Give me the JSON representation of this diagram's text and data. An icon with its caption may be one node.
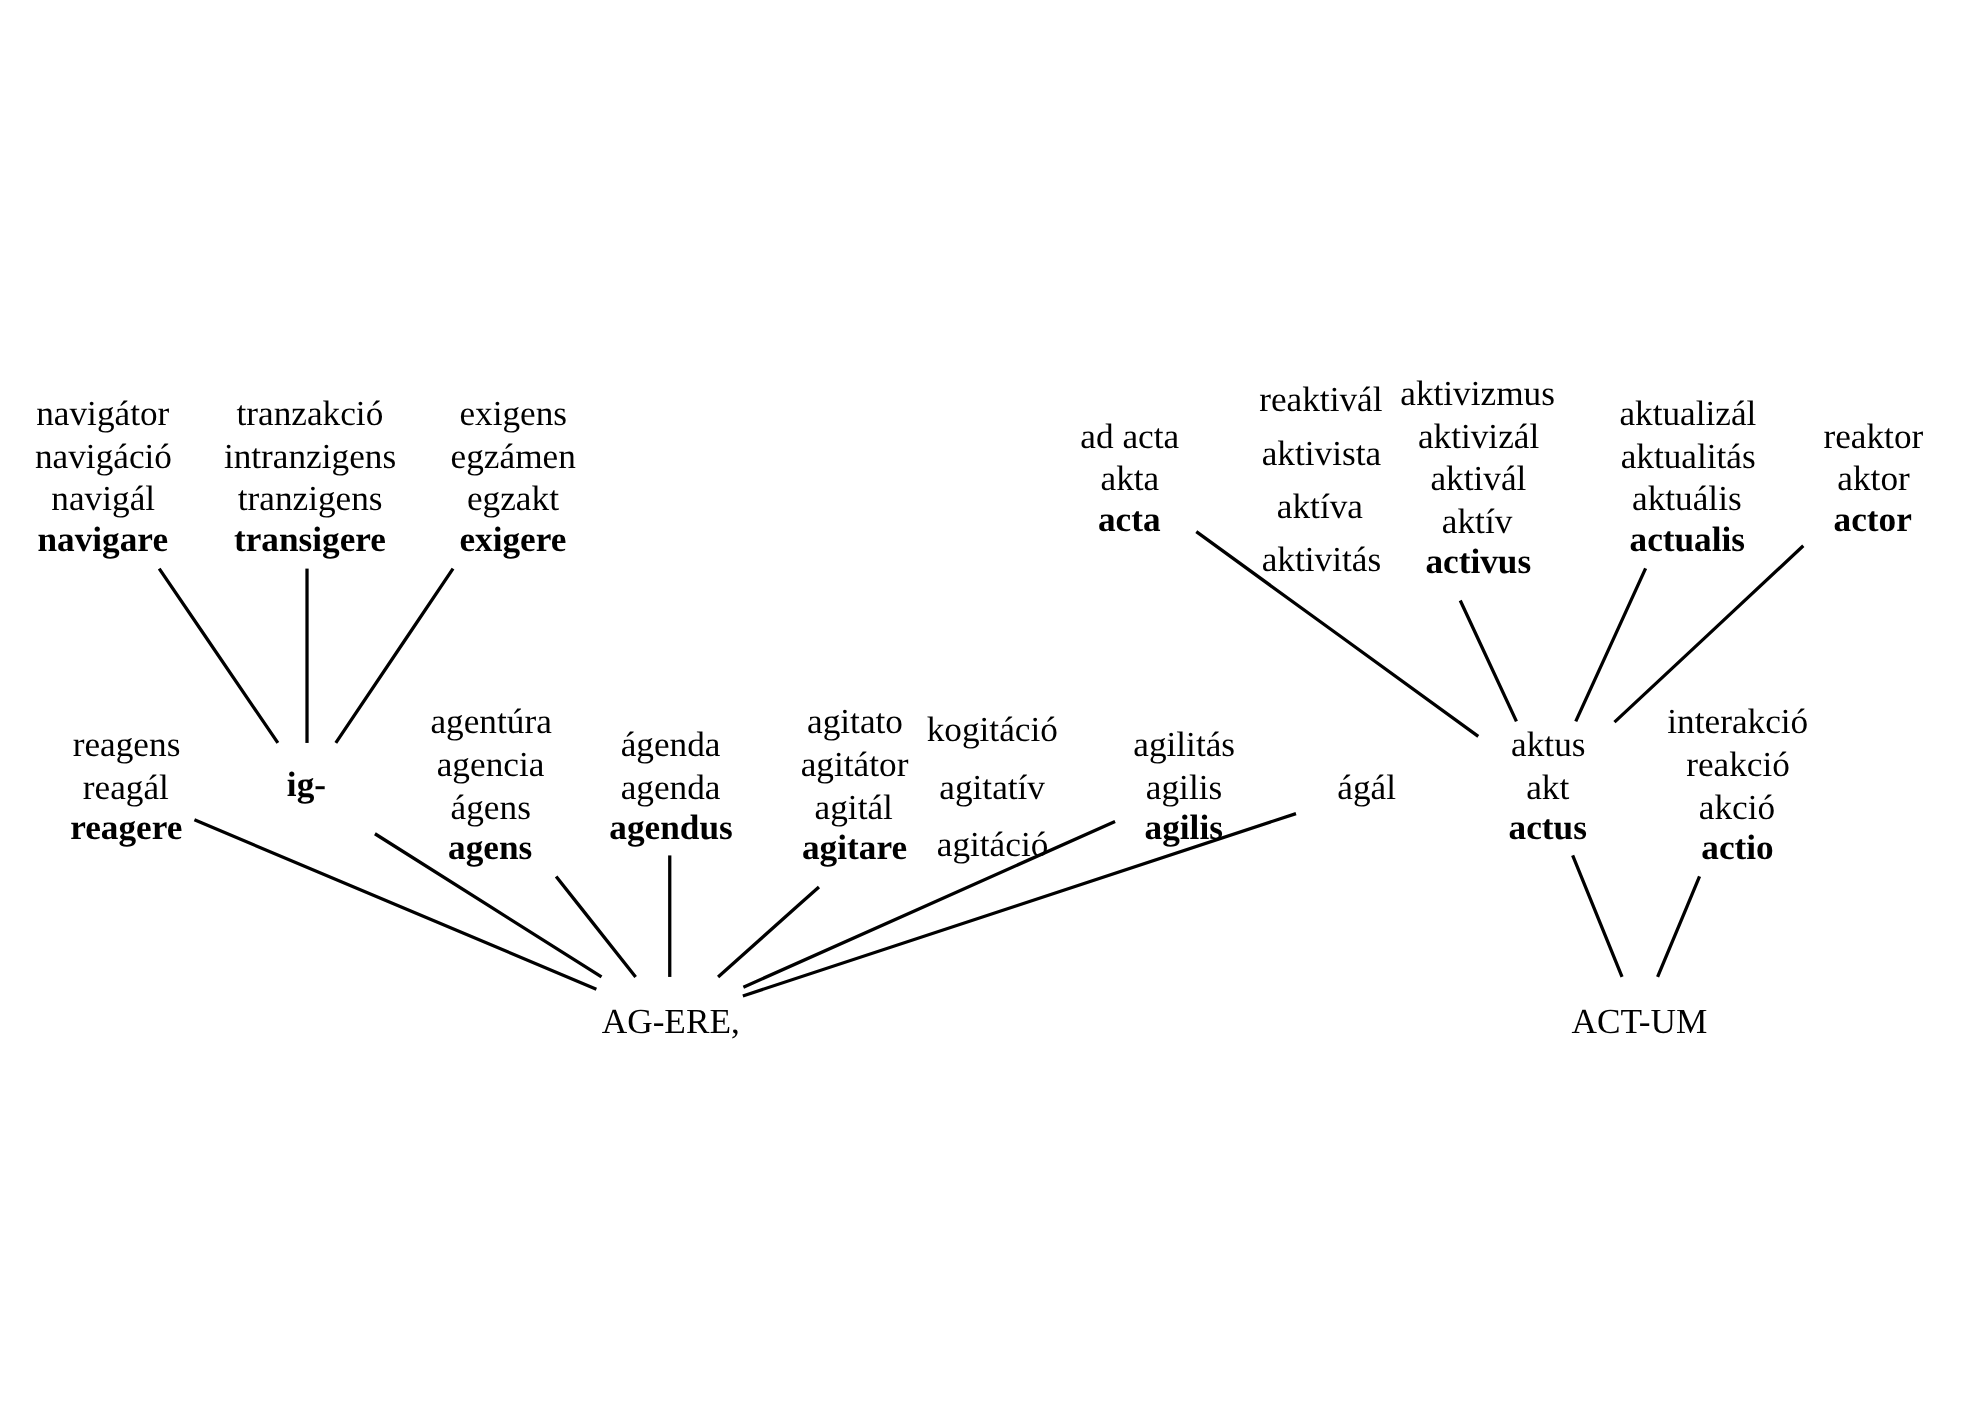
{
  "diagram": {
    "nodes": [
      {
        "text": [
          "navigátor",
          "navigáció",
          "navigál",
          "navigare"
        ]
      },
      {
        "text": [
          "tranzakció",
          "intranzigens",
          "tranzigens",
          "transigere"
        ]
      },
      {
        "text": [
          "exigens",
          "egzámen",
          "egzakt",
          "exigere"
        ]
      },
      {
        "text": [
          "ad acta",
          "akta",
          "acta"
        ]
      },
      {
        "text": [
          "aktivizmus",
          "aktivizál",
          "aktivál",
          "aktív",
          "activus"
        ],
        "beside": [
          "reaktivál",
          "aktivista",
          "aktíva",
          "aktivitás"
        ]
      },
      {
        "text": [
          "reagens",
          "reagál",
          "reagere"
        ]
      },
      {
        "text": [
          "ig-"
        ]
      },
      {
        "text": [
          "aktualizál",
          "aktualitás",
          "aktuális",
          "actualis"
        ]
      },
      {
        "text": [
          "agentúra",
          "agencia",
          "ágens",
          "agens"
        ]
      },
      {
        "text": [
          "ágenda",
          "agenda",
          "agendus"
        ]
      },
      {
        "text": [
          "reaktor",
          "aktor",
          "actor"
        ]
      },
      {
        "text": [
          "agitato",
          "agitátor",
          "agitál",
          "agitare"
        ],
        "beside": [
          "kogitáció",
          "agitatív",
          "agitáció"
        ]
      },
      {
        "text": [
          "agilitás",
          "agilis",
          "agilis"
        ]
      },
      {
        "text": [
          "aktus",
          "akt",
          "actus"
        ]
      },
      {
        "text": [
          "interakció",
          "reakció",
          "akció",
          "actio"
        ]
      },
      {
        "text": [
          "ágál"
        ]
      },
      {
        "text": [
          "AG-ERE,"
        ]
      },
      {
        "text": [
          "ACT-UM"
        ]
      }
    ],
    "edges": [
      {
        "from": 16,
        "to": 15,
        "arrow": "none"
      },
      {
        "from": 16,
        "to": 12,
        "arrow": "none"
      },
      {
        "from": 16,
        "to": 11,
        "arrow": "none"
      },
      {
        "from": 16,
        "to": 8,
        "arrow": "none"
      },
      {
        "from": 16,
        "to": 9,
        "arrow": "none"
      },
      {
        "from": 16,
        "to": 5,
        "arrow": "none"
      },
      {
        "from": 16,
        "to": 6,
        "arrow": "none"
      },
      {
        "from": 6,
        "to": 2,
        "arrow": "none"
      },
      {
        "from": 6,
        "to": 0,
        "arrow": "none"
      },
      {
        "from": 6,
        "to": 1,
        "arrow": "none"
      },
      {
        "from": 17,
        "to": 13,
        "arrow": "none"
      },
      {
        "from": 17,
        "to": 14,
        "arrow": "none"
      },
      {
        "from": 13,
        "to": 10,
        "arrow": "none"
      },
      {
        "from": 13,
        "to": 4,
        "arrow": "none"
      },
      {
        "from": 13,
        "to": 3,
        "arrow": "none"
      },
      {
        "from": 13,
        "to": 7,
        "arrow": "none"
      }
    ]
  }
}
